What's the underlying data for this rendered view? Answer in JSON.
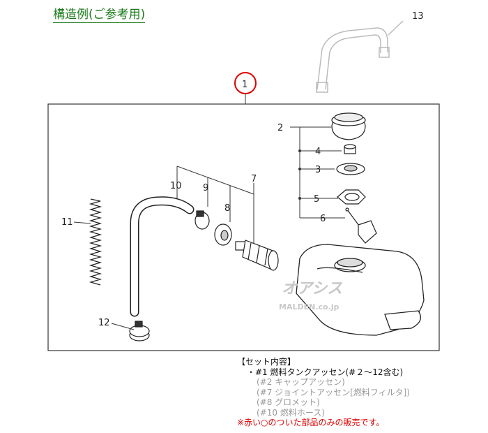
{
  "title": "構造例(ご参考用)",
  "labels": {
    "p1": "1",
    "p2": "2",
    "p3": "3",
    "p4": "4",
    "p5": "5",
    "p6": "6",
    "p7": "7",
    "p8": "8",
    "p9": "9",
    "p10": "10",
    "p11": "11",
    "p12": "12",
    "p13": "13"
  },
  "watermark": {
    "logo": "オアシス",
    "site": "MALDEN.co.jp",
    "color": "#c8c8c8"
  },
  "set_contents": {
    "heading": "【セット内容】",
    "main_item": "・#1 燃料タンクアッセン(#２〜12含む)",
    "sub_items": [
      "(#2 キャップアッセン)",
      "(#7 ジョイントアッセン[燃料フィルタ])",
      "(#8 グロメット)",
      "(#10 燃料ホース)"
    ],
    "note": "※赤い○のついた部品のみの販売です。"
  },
  "colors": {
    "accent_red": "#e00000",
    "title_green": "#1a7a1a",
    "grey_text": "#999999"
  }
}
